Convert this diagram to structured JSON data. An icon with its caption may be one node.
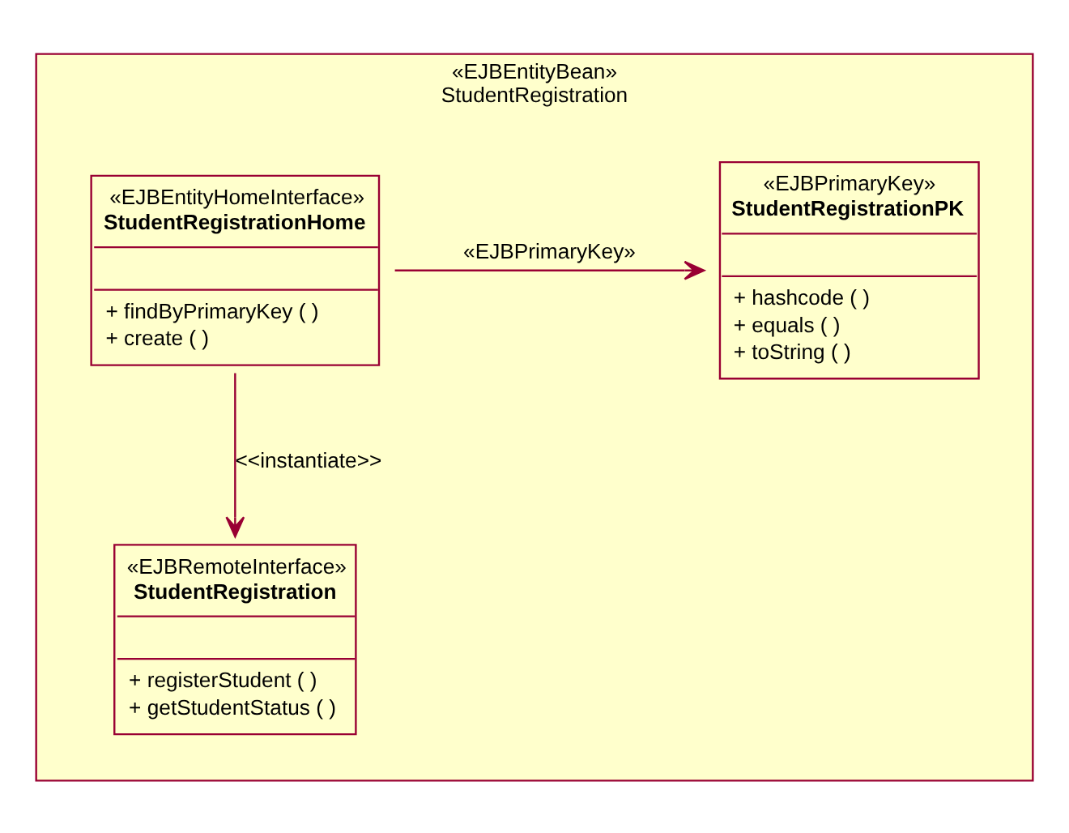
{
  "diagram": {
    "nodes": [
      {
        "text": [
          "«EJBEntityBean»",
          "StudentRegistration"
        ]
      },
      {
        "text": [
          "«EJBEntityHomeInterface»",
          "StudentRegistrationHome",
          "+ findByPrimaryKey ( )",
          "+ create ( )"
        ],
        "in": 0
      },
      {
        "text": [
          "«EJBPrimaryKey»",
          "StudentRegistrationPK",
          "+ hashcode ( )",
          "+ equals ( )",
          "+ toString ( )"
        ],
        "in": 0
      },
      {
        "text": [
          "«EJBRemoteInterface»",
          "StudentRegistration",
          "+ registerStudent ( )",
          "+ getStudentStatus ( )"
        ],
        "in": 0
      }
    ],
    "edges": [
      {
        "from": 1,
        "to": 2,
        "arrow": "to",
        "label": "«EJBPrimaryKey»"
      },
      {
        "from": 1,
        "to": 3,
        "arrow": "to",
        "label": "<<instantiate>>"
      }
    ]
  }
}
